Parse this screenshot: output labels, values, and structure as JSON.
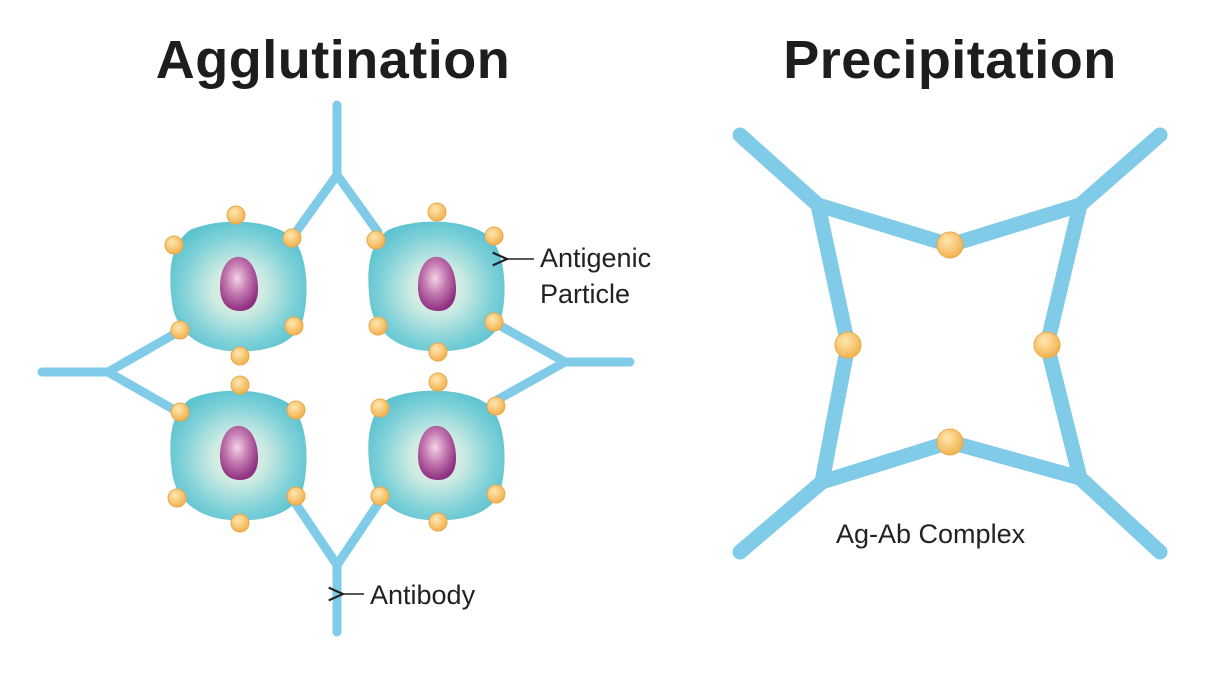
{
  "agglutination": {
    "title": "Agglutination",
    "antigen_label_line1": "Antigenic",
    "antigen_label_line2": "Particle",
    "antibody_label": "Antibody"
  },
  "precipitation": {
    "title": "Precipitation",
    "complex_label": "Ag-Ab Complex"
  },
  "colors": {
    "antibody": "#7fcbe8",
    "cell_outer": "#5fc6d4",
    "cell_inner": "#eef2dd",
    "nucleus": "#9a3d8a",
    "antigen_dot": "#f6c56a",
    "antigen_dot_edge": "#e8a94a",
    "text": "#1d1d1f"
  }
}
